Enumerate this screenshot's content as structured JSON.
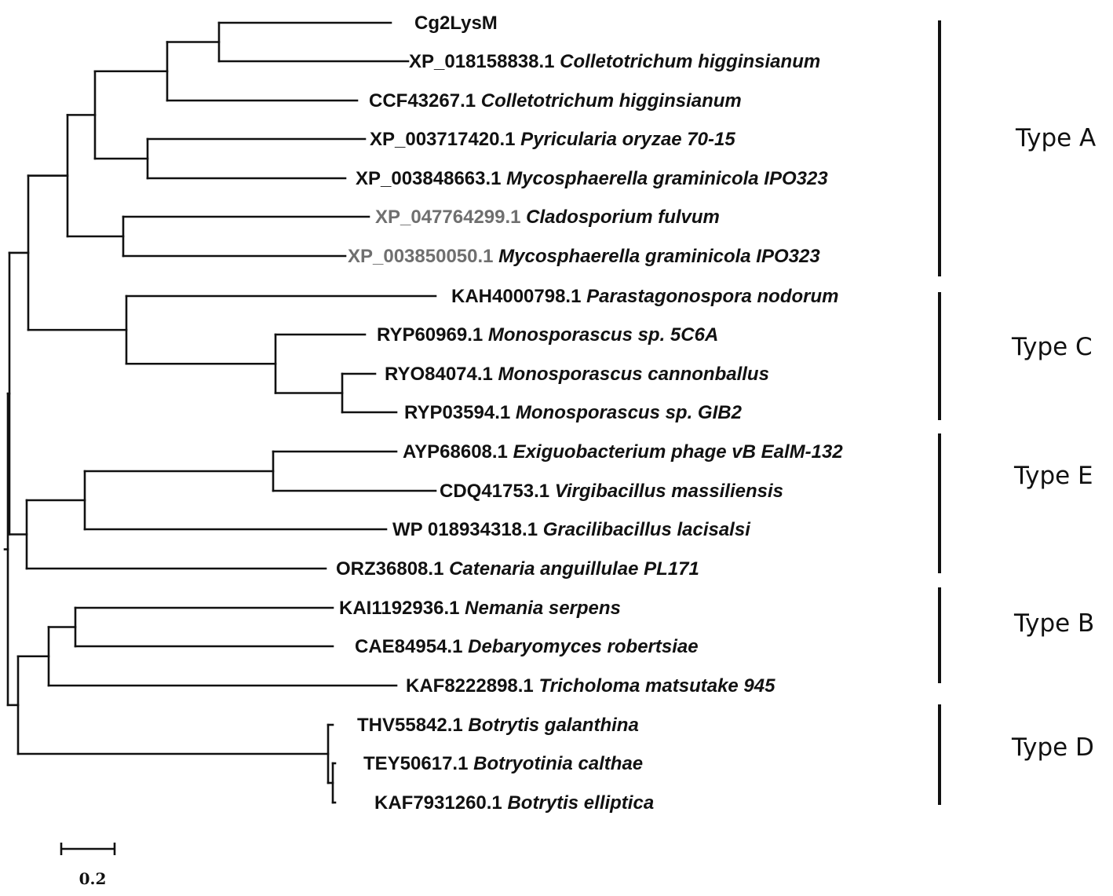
{
  "tree": {
    "leaves": [
      {
        "accession": "Cg2LysM",
        "species": ""
      },
      {
        "accession": "XP_018158838.1",
        "species": "Colletotrichum higginsianum"
      },
      {
        "accession": "CCF43267.1",
        "species": "Colletotrichum higginsianum"
      },
      {
        "accession": "XP_003717420.1",
        "species": "Pyricularia oryzae 70-15"
      },
      {
        "accession": "XP_003848663.1",
        "species": "Mycosphaerella graminicola IPO323"
      },
      {
        "accession": "XP_047764299.1",
        "species": "Cladosporium fulvum"
      },
      {
        "accession": "XP_003850050.1",
        "species": "Mycosphaerella graminicola IPO323"
      },
      {
        "accession": "KAH4000798.1",
        "species": "Parastagonospora nodorum"
      },
      {
        "accession": "RYP60969.1",
        "species": "Monosporascus sp. 5C6A"
      },
      {
        "accession": "RYO84074.1",
        "species": "Monosporascus cannonballus"
      },
      {
        "accession": "RYP03594.1",
        "species": "Monosporascus sp. GIB2"
      },
      {
        "accession": "AYP68608.1",
        "species": "Exiguobacterium phage vB EalM-132"
      },
      {
        "accession": "CDQ41753.1",
        "species": "Virgibacillus massiliensis"
      },
      {
        "accession": "WP 018934318.1",
        "species": "Gracilibacillus lacisalsi"
      },
      {
        "accession": "ORZ36808.1",
        "species": "Catenaria anguillulae PL171"
      },
      {
        "accession": "KAI1192936.1",
        "species": "Nemania serpens"
      },
      {
        "accession": "CAE84954.1",
        "species": "Debaryomyces robertsiae"
      },
      {
        "accession": "KAF8222898.1",
        "species": "Tricholoma matsutake 945"
      },
      {
        "accession": "THV55842.1",
        "species": "Botrytis galanthina"
      },
      {
        "accession": "TEY50617.1",
        "species": "Botryotinia calthae"
      },
      {
        "accession": "KAF7931260.1",
        "species": "Botrytis elliptica"
      }
    ],
    "clades": [
      {
        "label": "Type A"
      },
      {
        "label": "Type C"
      },
      {
        "label": "Type E"
      },
      {
        "label": "Type B"
      },
      {
        "label": "Type D"
      }
    ],
    "scale_bar": {
      "label": "0.2",
      "value": 0.2
    }
  }
}
